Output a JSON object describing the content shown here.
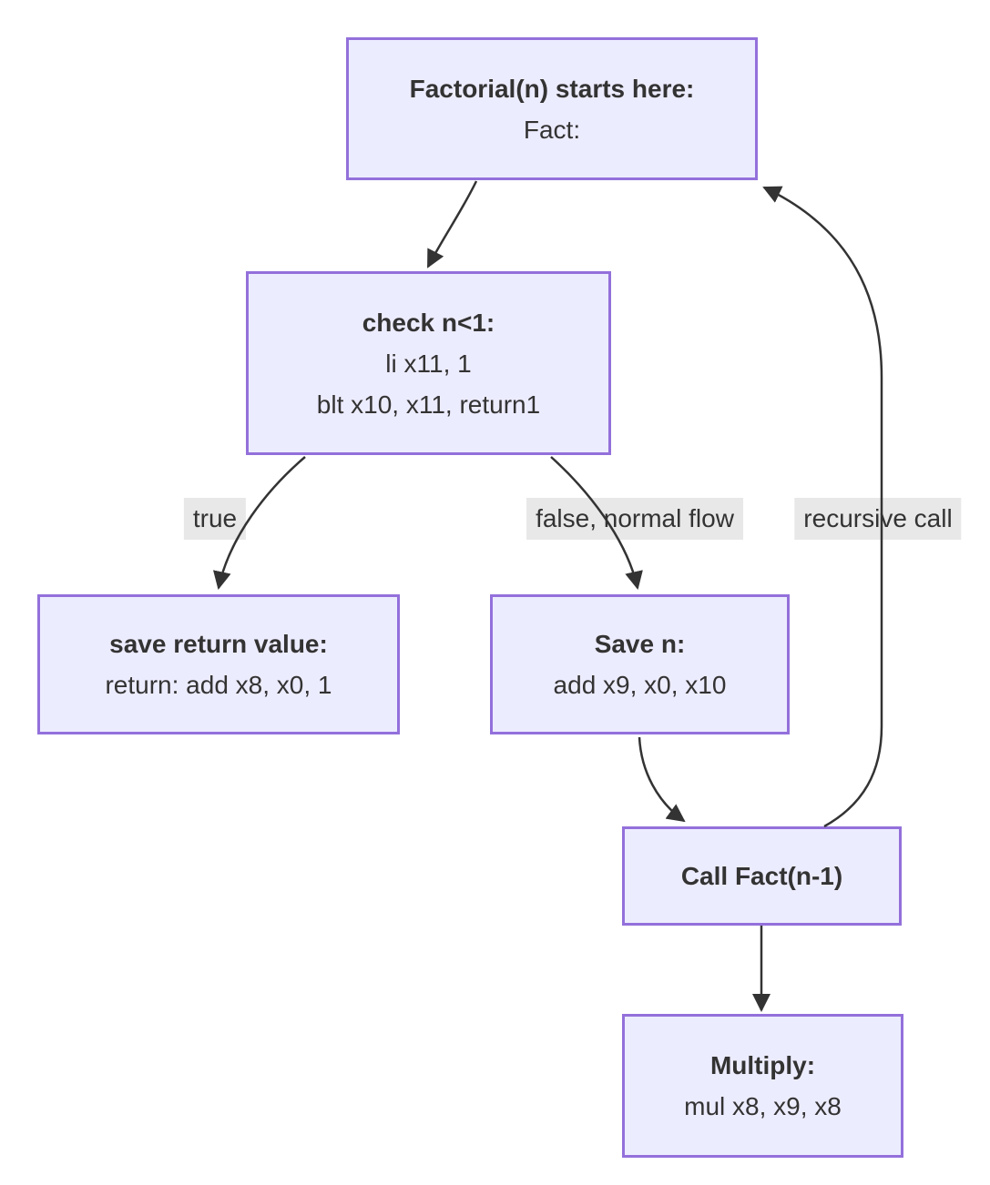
{
  "diagram": {
    "type": "flowchart",
    "direction": "top-down",
    "nodes": {
      "start": {
        "title": "Factorial(n) starts here:",
        "lines": [
          "Fact:"
        ]
      },
      "check": {
        "title": "check n<1:",
        "lines": [
          "li x11, 1",
          "blt x10, x11, return1"
        ]
      },
      "save_return": {
        "title": "save return value:",
        "lines": [
          "return: add x8, x0, 1"
        ]
      },
      "save_n": {
        "title": "Save n:",
        "lines": [
          "add x9, x0, x10"
        ]
      },
      "call": {
        "title": "Call Fact(n-1)",
        "lines": []
      },
      "multiply": {
        "title": "Multiply:",
        "lines": [
          "mul x8, x9, x8"
        ]
      }
    },
    "edges": [
      {
        "from": "start",
        "to": "check",
        "label": ""
      },
      {
        "from": "check",
        "to": "save_return",
        "label": "true"
      },
      {
        "from": "check",
        "to": "save_n",
        "label": "false, normal flow"
      },
      {
        "from": "save_n",
        "to": "call",
        "label": ""
      },
      {
        "from": "call",
        "to": "start",
        "label": "recursive call"
      },
      {
        "from": "call",
        "to": "multiply",
        "label": ""
      }
    ],
    "colors": {
      "node_fill": "#ECECFF",
      "node_border": "#9370DB",
      "edge": "#333333",
      "text": "#333333",
      "label_bg": "#e8e8e8",
      "background": "#ffffff"
    }
  }
}
